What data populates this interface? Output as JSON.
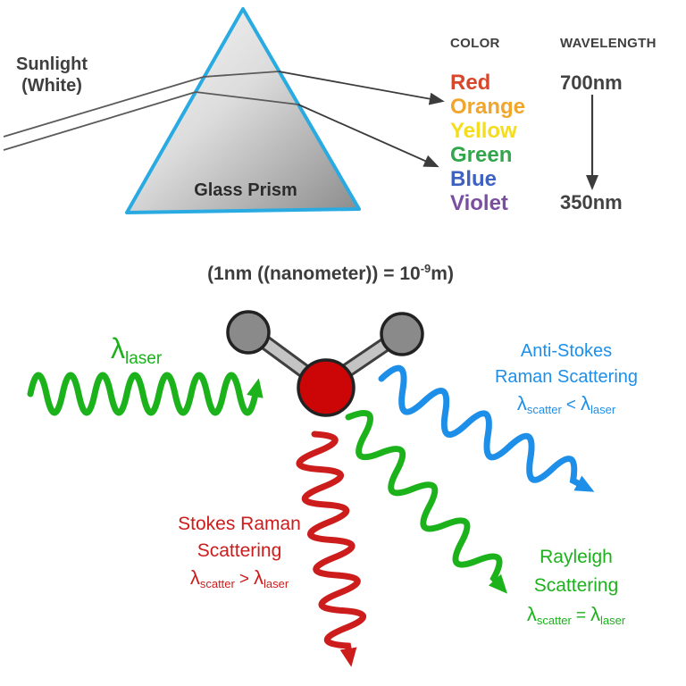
{
  "theme": {
    "green": "#1cb21c",
    "blue": "#1e8fe8",
    "red": "#cd1c1c",
    "dark": "#3c3c3c",
    "ray-gray": "#5a5a5a",
    "prism-border": "#29abe2",
    "molecule-red": "#cc0606",
    "molecule-gray": "#8a8a8a"
  },
  "prism": {
    "sunlight_line1": "Sunlight",
    "sunlight_line2": "(White)",
    "label": "Glass Prism"
  },
  "spectrum": {
    "color_header": "COLOR",
    "wavelength_header": "WAVELENGTH",
    "colors": [
      {
        "label": "Red",
        "color": "#d8472b"
      },
      {
        "label": "Orange",
        "color": "#f0a62c"
      },
      {
        "label": "Yellow",
        "color": "#f4dd1e"
      },
      {
        "label": "Green",
        "color": "#33a64c"
      },
      {
        "label": "Blue",
        "color": "#3f62c1"
      },
      {
        "label": "Violet",
        "color": "#7b4fa0"
      }
    ],
    "wavelength_top": "700nm",
    "wavelength_bottom": "350nm"
  },
  "note": {
    "prefix": "(1nm ((nanometer)) = 10",
    "exponent": "-9",
    "suffix": "m)"
  },
  "scattering": {
    "lambda": "λ",
    "laser_sub": "laser",
    "scatter_sub": "scatter",
    "anti_stokes": {
      "line1": "Anti-Stokes",
      "line2": "Raman Scattering",
      "operator": "<"
    },
    "stokes": {
      "line1": "Stokes Raman",
      "line2": "Scattering",
      "operator": ">"
    },
    "rayleigh": {
      "line1": "Rayleigh",
      "line2": "Scattering",
      "operator": "="
    }
  }
}
